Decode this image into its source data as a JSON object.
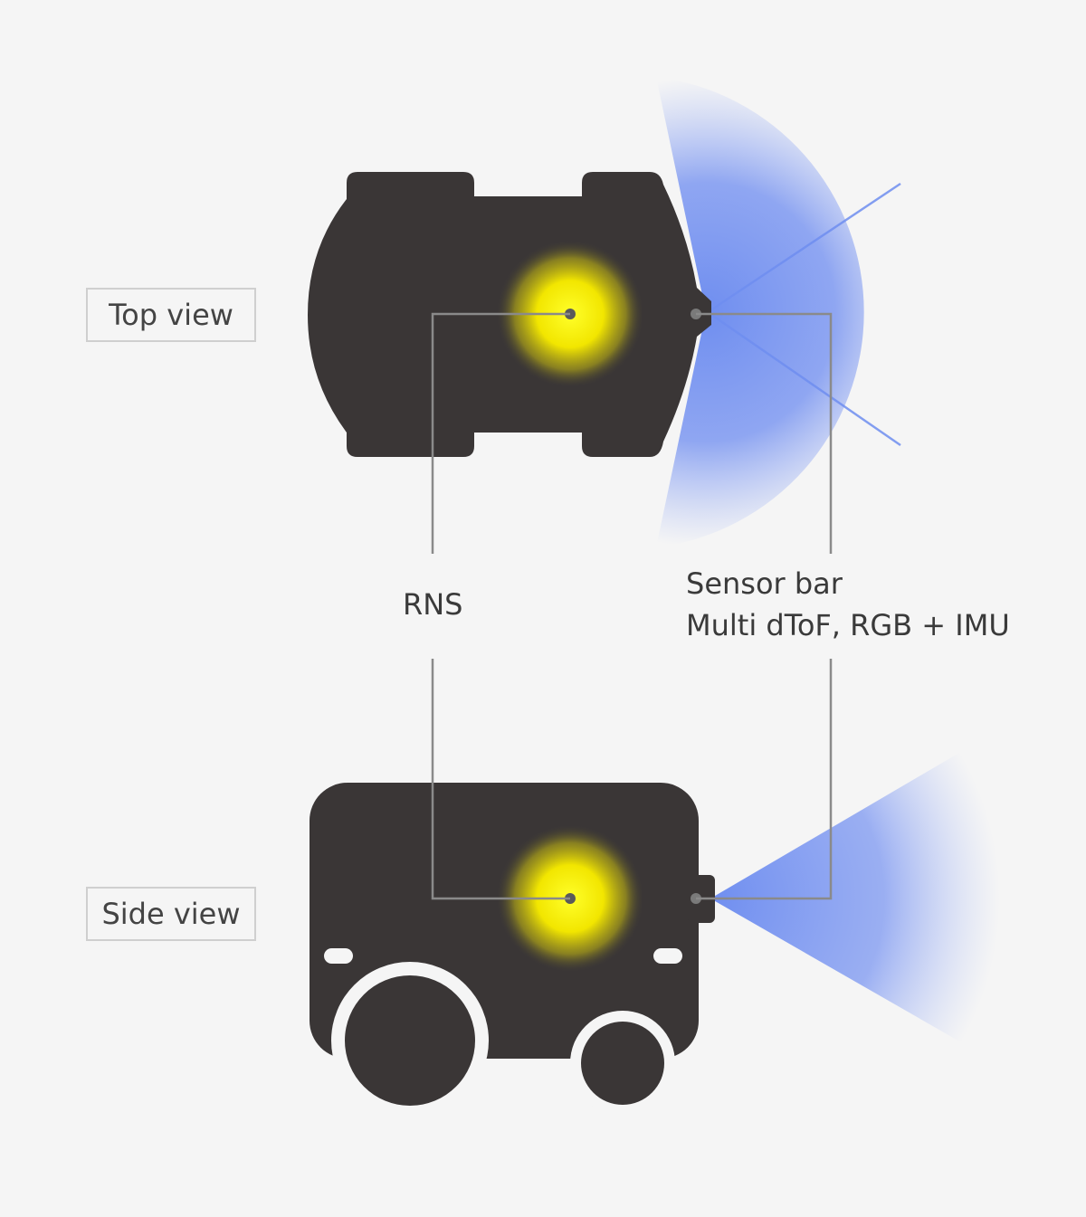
{
  "views": {
    "top": {
      "label": "Top view"
    },
    "side": {
      "label": "Side view"
    }
  },
  "callouts": {
    "rns": "RNS",
    "sensor_title": "Sensor bar",
    "sensor_detail": "Multi dToF, RGB + IMU"
  },
  "colors": {
    "background": "#f5f5f5",
    "robot_body": "#3a3636",
    "rns_glow": "#f2e600",
    "sensor_fov": "#6f8ef0",
    "leader_line": "#8a8a8a"
  }
}
